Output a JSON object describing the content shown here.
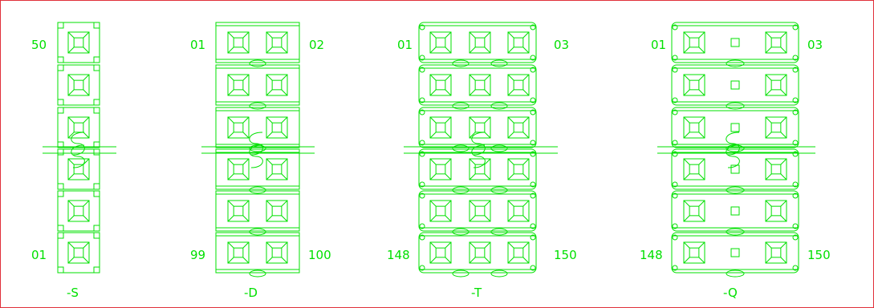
{
  "colors": {
    "line": "#00e000",
    "border": "#e0303a",
    "background": "#ffffff"
  },
  "variants": [
    {
      "suffix": "-S",
      "style": "single",
      "columns": 1,
      "top_left": "50",
      "top_right": "",
      "bottom_left": "01",
      "bottom_right": ""
    },
    {
      "suffix": "-D",
      "style": "double",
      "columns": 2,
      "top_left": "01",
      "top_right": "02",
      "bottom_left": "99",
      "bottom_right": "100"
    },
    {
      "suffix": "-T",
      "style": "triple",
      "columns": 3,
      "top_left": "01",
      "top_right": "03",
      "bottom_left": "148",
      "bottom_right": "150"
    },
    {
      "suffix": "-Q",
      "style": "quad",
      "columns": 3,
      "top_left": "01",
      "top_right": "03",
      "bottom_left": "148",
      "bottom_right": "150"
    }
  ]
}
